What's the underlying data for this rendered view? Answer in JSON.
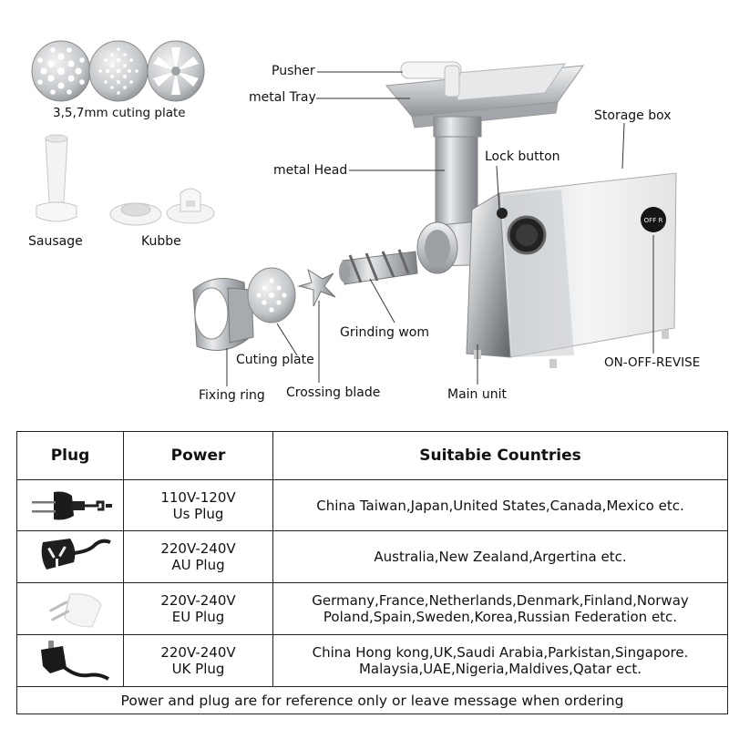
{
  "labels": {
    "cutting_plate_set": "3,5,7mm cuting plate",
    "sausage": "Sausage",
    "kubbe": "Kubbe",
    "pusher": "Pusher",
    "metal_tray": "metal Tray",
    "metal_head": "metal Head",
    "lock_button": "Lock button",
    "storage_box": "Storage box",
    "grinding_worm": "Grinding wom",
    "cutting_plate": "Cuting plate",
    "fixing_ring": "Fixing ring",
    "crossing_blade": "Crossing blade",
    "main_unit": "Main unit",
    "switch": "ON-OFF-REVISE",
    "switch_face": "OFF R"
  },
  "table": {
    "headers": {
      "plug": "Plug",
      "power": "Power",
      "countries": "Suitabie Countries"
    },
    "rows": [
      {
        "plug_icon": "us-plug-icon",
        "voltage": "110V-120V",
        "plug": "Us Plug",
        "countries_line1": "China Taiwan,Japan,United States,Canada,Mexico etc.",
        "countries_line2": ""
      },
      {
        "plug_icon": "au-plug-icon",
        "voltage": "220V-240V",
        "plug": "AU Plug",
        "countries_line1": "Australia,New Zealand,Argertina etc.",
        "countries_line2": ""
      },
      {
        "plug_icon": "eu-plug-icon",
        "voltage": "220V-240V",
        "plug": "EU Plug",
        "countries_line1": "Germany,France,Netherlands,Denmark,Finland,Norway",
        "countries_line2": "Poland,Spain,Sweden,Korea,Russian Federation etc."
      },
      {
        "plug_icon": "uk-plug-icon",
        "voltage": "220V-240V",
        "plug": "UK Plug",
        "countries_line1": "China Hong kong,UK,Saudi Arabia,Parkistan,Singapore.",
        "countries_line2": "Malaysia,UAE,Nigeria,Maldives,Qatar ect."
      }
    ],
    "footnote": "Power and plug are for reference only or leave message when ordering"
  }
}
